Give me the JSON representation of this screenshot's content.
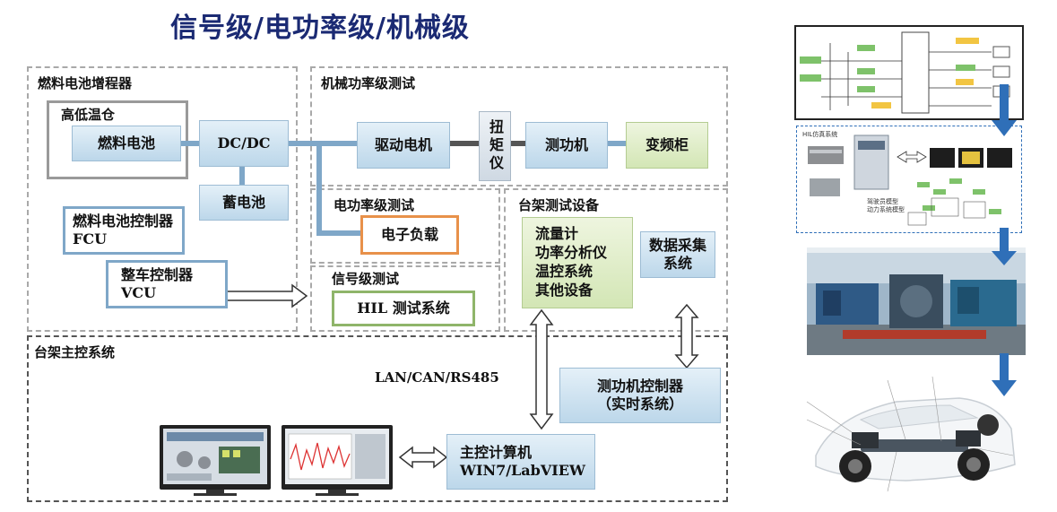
{
  "title": "信号级/电功率级/机械级",
  "regions": {
    "fuel_cell_range_extender": "燃料电池增程器",
    "mech_power_test": "机械功率级测试",
    "elec_power_test": "电功率级测试",
    "signal_test": "信号级测试",
    "bench_equipment": "台架测试设备",
    "bench_master_control": "台架主控系统"
  },
  "blocks": {
    "thermal_chamber": "高低温仓",
    "fuel_cell": "燃料电池",
    "dcdc": "DC/DC",
    "battery": "蓄电池",
    "fcu": "燃料电池控制器 FCU",
    "vcu_line1": "整车控制器",
    "vcu_line2": "VCU",
    "drive_motor": "驱动电机",
    "torque_meter": "扭矩仪",
    "dynamometer": "测功机",
    "inverter_cabinet": "变频柜",
    "electronic_load": "电子负载",
    "hil_system": "HIL 测试系统",
    "equipment_list": [
      "流量计",
      "功率分析仪",
      "温控系统",
      "其他设备"
    ],
    "data_acquisition": "数据采集系统",
    "dyno_controller_line1": "测功机控制器",
    "dyno_controller_line2": "（实时系统）",
    "master_pc_line1": "主控计算机",
    "master_pc_line2": "WIN7/LabVIEW",
    "bus_label": "LAN/CAN/RS485"
  },
  "side_panel": {
    "hil_caption": "HIL仿真系统",
    "hil_sub_line1": "驾驶员模型",
    "hil_sub_line2": "动力系统模型"
  },
  "colors": {
    "title": "#1b2a73",
    "arrow_blue": "#2f6fb8",
    "link_blue": "#7fa7c8"
  }
}
